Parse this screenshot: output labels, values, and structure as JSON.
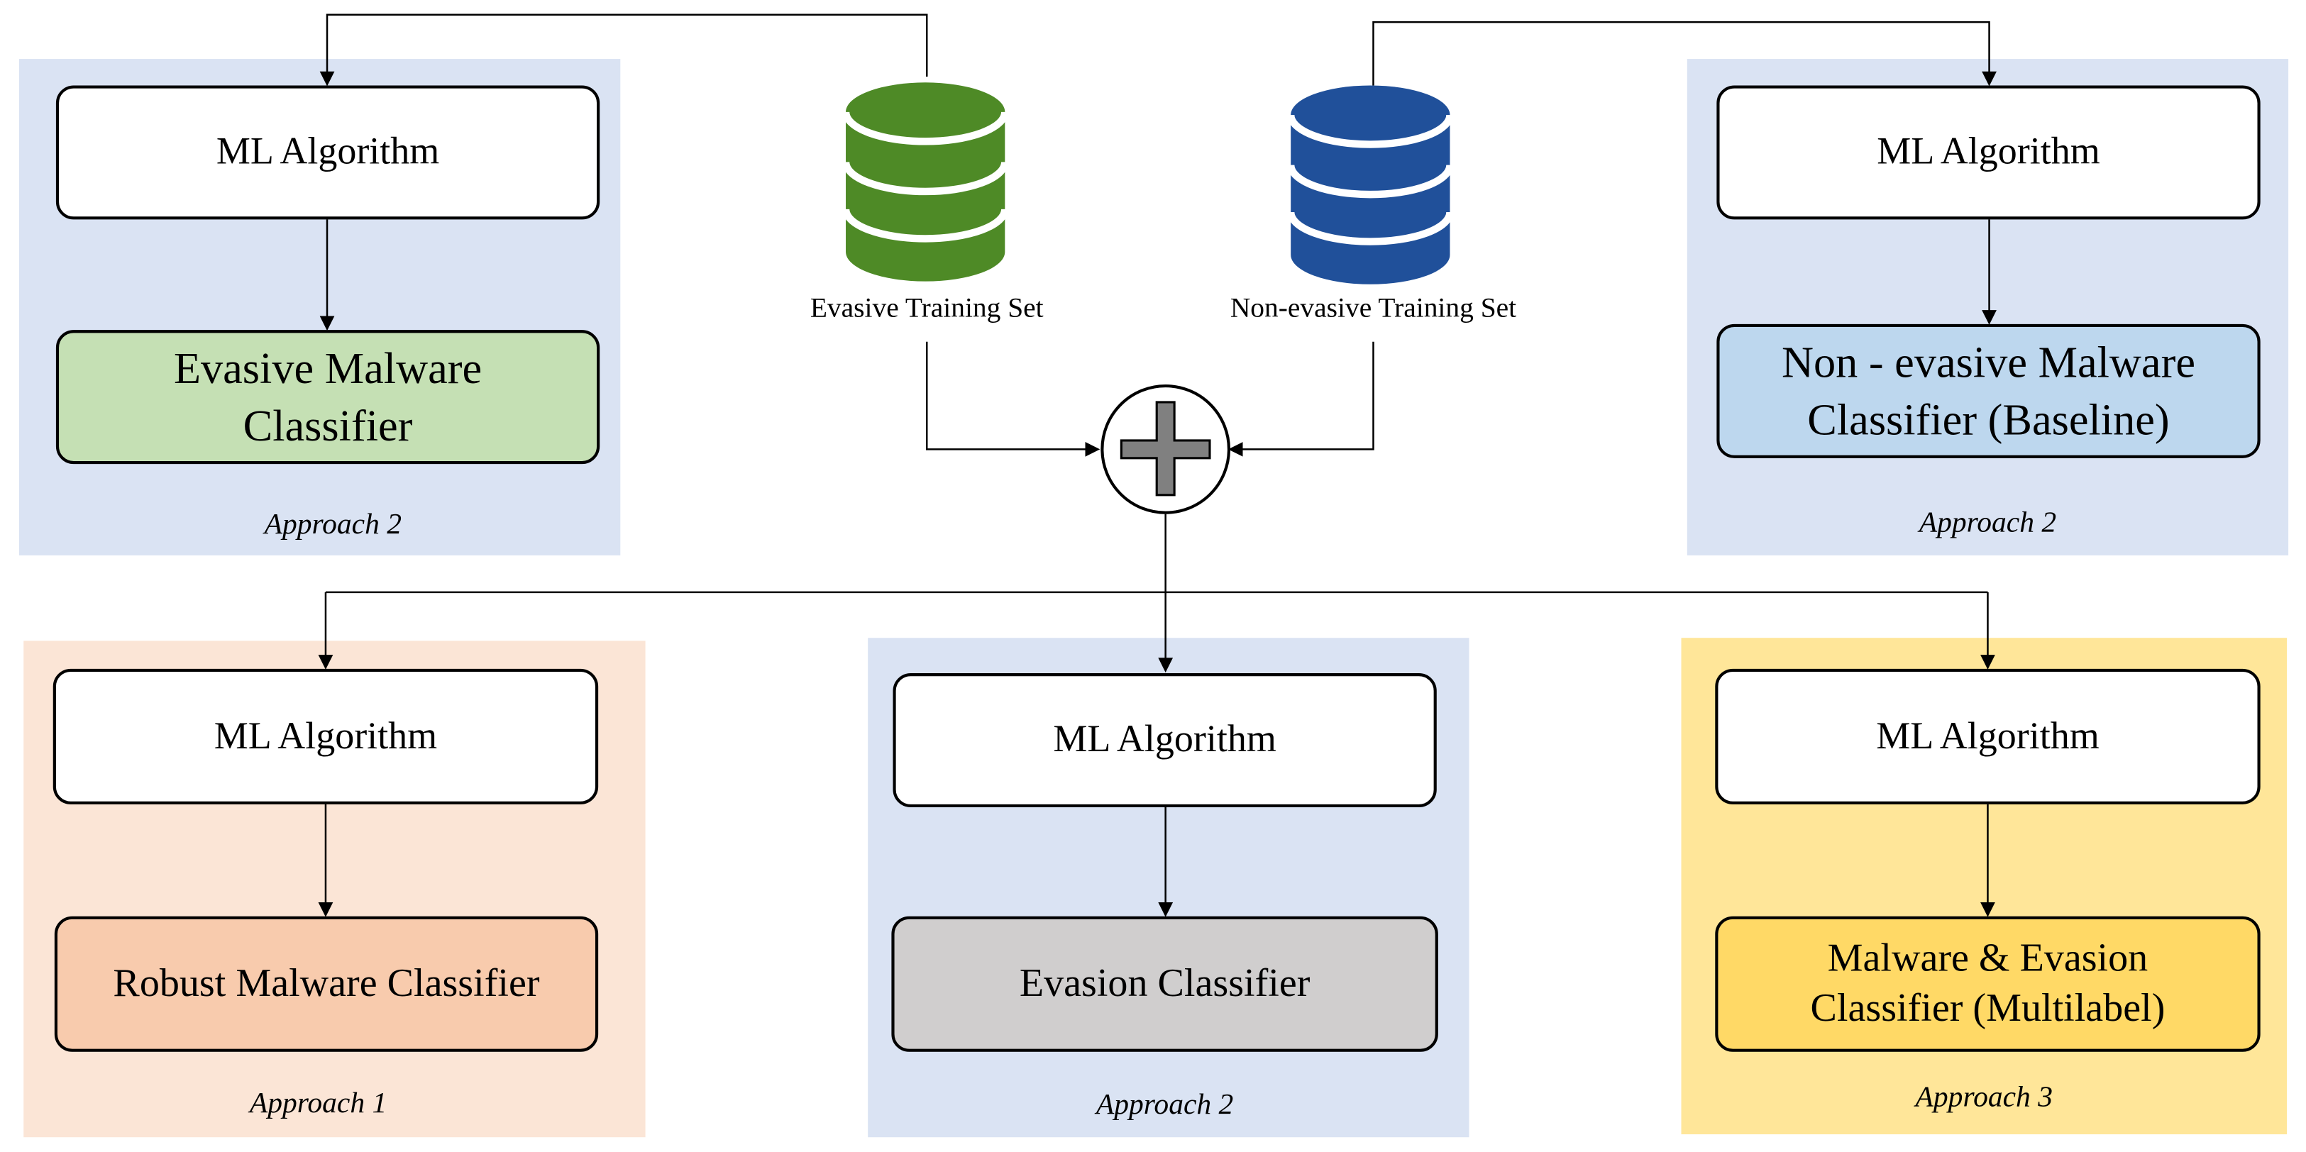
{
  "colors": {
    "panel_blue": "#dae3f3",
    "panel_orange": "#fbe5d6",
    "panel_yellow": "#ffe699",
    "box_green": "#c5e0b4",
    "box_lightblue": "#bdd7ee",
    "box_orange": "#f8cbad",
    "box_gray": "#d0cece",
    "box_yellow": "#ffd966",
    "db_green": "#4e8a26",
    "db_blue": "#20509a",
    "plus_gray": "#808080"
  },
  "datasets": {
    "evasive": {
      "label": "Evasive Training Set",
      "icon": "database-icon"
    },
    "non_evasive": {
      "label": "Non-evasive Training Set",
      "icon": "database-icon"
    }
  },
  "combine": {
    "icon": "plus-icon"
  },
  "panels": {
    "top_left": {
      "algorithm": "ML Algorithm",
      "classifier": [
        "Evasive Malware",
        "Classifier"
      ],
      "approach": "Approach 2"
    },
    "top_right": {
      "algorithm": "ML Algorithm",
      "classifier": [
        "Non - evasive Malware",
        "Classifier (Baseline)"
      ],
      "approach": "Approach 2"
    },
    "bottom_left": {
      "algorithm": "ML Algorithm",
      "classifier": [
        "Robust Malware Classifier"
      ],
      "approach": "Approach 1"
    },
    "bottom_middle": {
      "algorithm": "ML Algorithm",
      "classifier": [
        "Evasion Classifier"
      ],
      "approach": "Approach 2"
    },
    "bottom_right": {
      "algorithm": "ML Algorithm",
      "classifier": [
        "Malware & Evasion",
        "Classifier (Multilabel)"
      ],
      "approach": "Approach 3"
    }
  }
}
